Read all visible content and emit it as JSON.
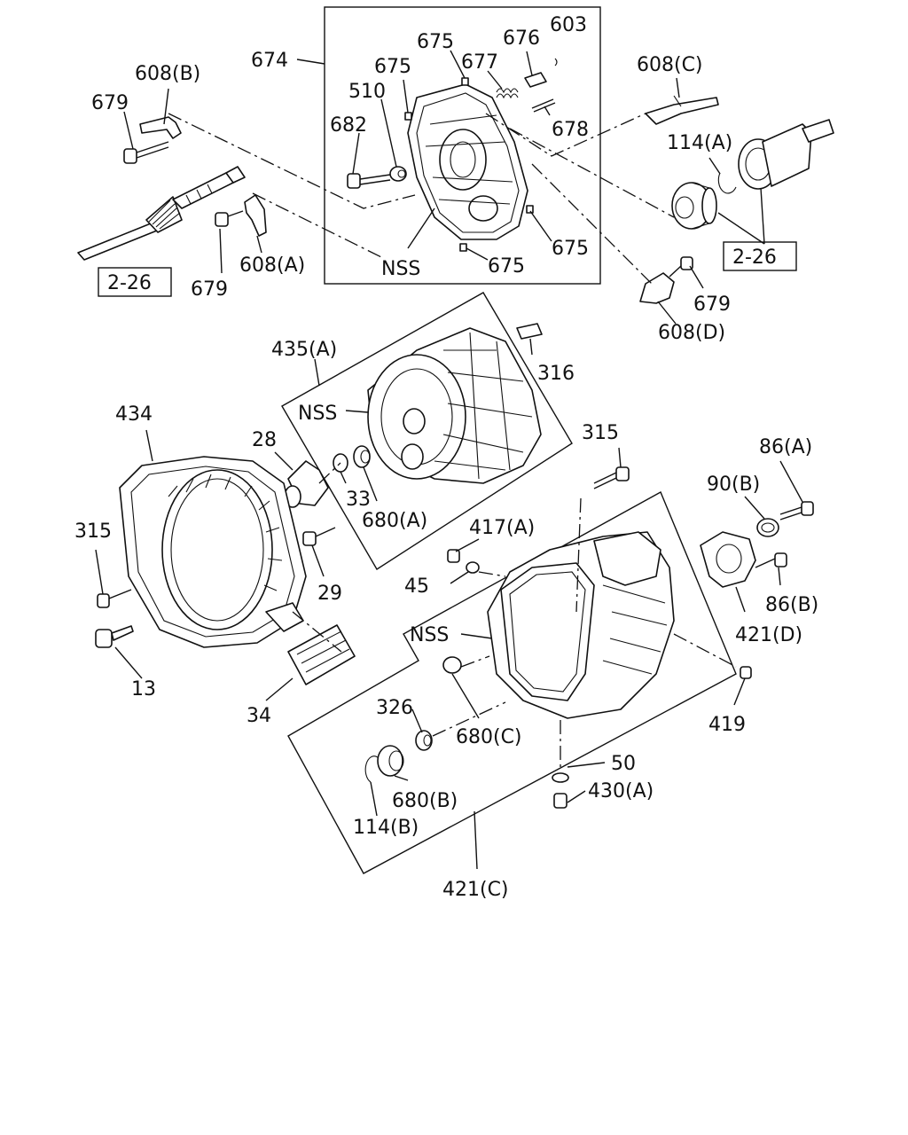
{
  "labels": {
    "l674": "674",
    "l675a": "675",
    "l676": "676",
    "l603": "603",
    "l675b": "675",
    "l677": "677",
    "l510": "510",
    "l682": "682",
    "l678": "678",
    "l675c": "675",
    "l675d": "675",
    "lnss1": "NSS",
    "l608b": "608(B)",
    "l679a": "679",
    "l608c": "608(C)",
    "l114a": "114(A)",
    "l679b": "679",
    "l608a": "608(A)",
    "l226a": "2-26",
    "l226b": "2-26",
    "l679c": "679",
    "l608d": "608(D)",
    "l435a": "435(A)",
    "lnss2": "NSS",
    "l316": "316",
    "l434": "434",
    "l28": "28",
    "l33": "33",
    "l680a": "680(A)",
    "l315a": "315",
    "l29": "29",
    "l13": "13",
    "l34": "34",
    "l315b": "315",
    "l86a": "86(A)",
    "l90b": "90(B)",
    "l417a": "417(A)",
    "l45": "45",
    "l86b": "86(B)",
    "l421d": "421(D)",
    "lnss3": "NSS",
    "l419": "419",
    "l326": "326",
    "l680c": "680(C)",
    "l50": "50",
    "l430a": "430(A)",
    "l680b": "680(B)",
    "l114b": "114(B)",
    "l421c": "421(C)"
  }
}
